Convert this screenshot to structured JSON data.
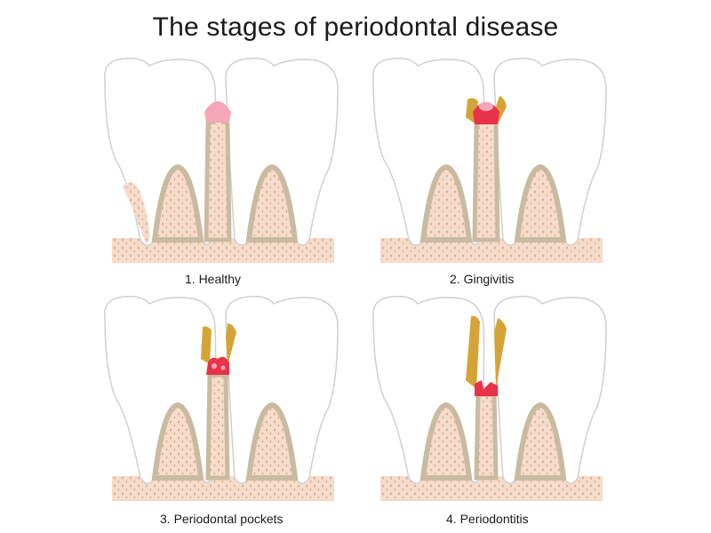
{
  "title": "The stages of periodontal disease",
  "stages": [
    {
      "label": "1. Healthy"
    },
    {
      "label": "2. Gingivitis"
    },
    {
      "label": "3. Periodontal pockets"
    },
    {
      "label": "4. Periodontitis"
    }
  ],
  "colors": {
    "enamel": "#ffffff",
    "enamel_shade": "#d9d9d9",
    "root_outline": "#c9bba2",
    "bone": "#f6dccb",
    "bone_dots": "#d9a98e",
    "healthy_gum": "#f4a7b6",
    "inflamed_gum": "#e8324a",
    "tartar": "#d4a437"
  }
}
